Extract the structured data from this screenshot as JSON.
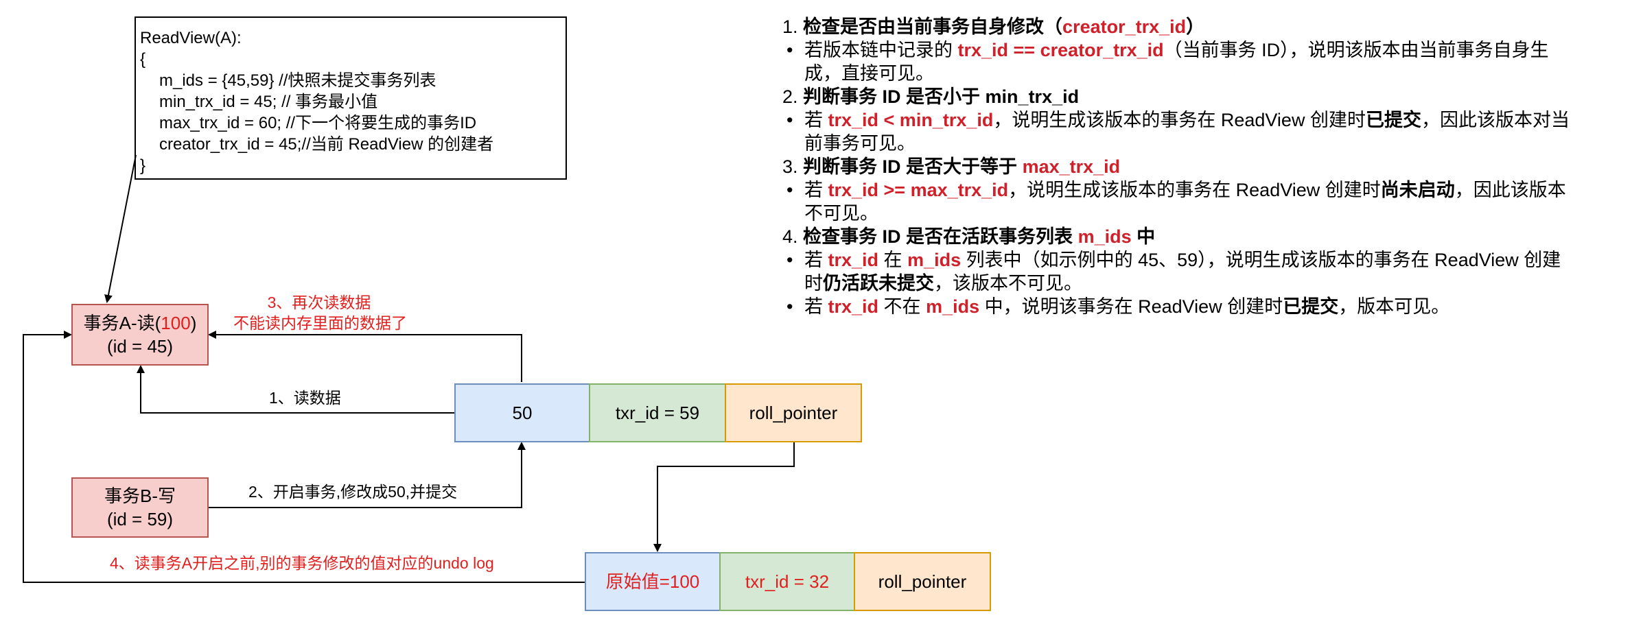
{
  "readview": {
    "title": "ReadView(A):",
    "open": "{",
    "line1": "m_ids = {45,59} //快照未提交事务列表",
    "line2": "min_trx_id = 45; // 事务最小值",
    "line3": "max_trx_id = 60; //下一个将要生成的事务ID",
    "line4": "creator_trx_id = 45;//当前 ReadView 的创建者",
    "close": "}"
  },
  "txnA": {
    "prefix": "事务A-读(",
    "value": "100",
    "suffix": ")",
    "id": "(id = 45)"
  },
  "txnB": {
    "title": "事务B-写",
    "id": "(id = 59)"
  },
  "row_current": {
    "value": "50",
    "trx": "txr_id = 59",
    "pointer": "roll_pointer"
  },
  "row_undo": {
    "value": "原始值=100",
    "trx": "txr_id = 32",
    "pointer": "roll_pointer"
  },
  "labels": {
    "step1": "1、读数据",
    "step2": "2、开启事务,修改成50,并提交",
    "step3_line1": "3、再次读数据",
    "step3_line2": "不能读内存里面的数据了",
    "step4": "4、读事务A开启之前,别的事务修改的值对应的undo log"
  },
  "rules": {
    "r1": {
      "num": "1.",
      "head": "检查是否由当前事务自身修改（",
      "kw": "creator_trx_id",
      "tail": "）"
    },
    "r1b": {
      "t1": "若版本链中记录的 ",
      "kw": "trx_id == creator_trx_id",
      "t2": "（当前事务 ID），说明该版本由当前事务自身生",
      "t3": "成，直接可见。"
    },
    "r2": {
      "num": "2.",
      "head": "判断事务 ID 是否小于 min_trx_id"
    },
    "r2b": {
      "t1": "若 ",
      "kw": "trx_id < min_trx_id",
      "t2": "，说明生成该版本的事务在 ReadView 创建时",
      "st": "已提交",
      "t3": "，因此该版本对当",
      "t4": "前事务可见。"
    },
    "r3": {
      "num": "3.",
      "head": "判断事务 ID 是否大于等于 ",
      "kw": "max_trx_id"
    },
    "r3b": {
      "t1": "若 ",
      "kw": "trx_id >= max_trx_id",
      "t2": "，说明生成该版本的事务在 ReadView 创建时",
      "st": "尚未启动",
      "t3": "，因此该版本",
      "t4": "不可见。"
    },
    "r4": {
      "num": "4.",
      "head": "检查事务 ID 是否在活跃事务列表 ",
      "kw": "m_ids",
      "tail": " 中"
    },
    "r4b": {
      "t1": "若 ",
      "kw": "trx_id",
      "t2": " 在 ",
      "kw2": "m_ids",
      "t3": " 列表中（如示例中的 45、59），说明生成该版本的事务在 ReadView 创建",
      "t4": "时",
      "st": "仍活跃未提交",
      "t5": "，该版本不可见。"
    },
    "r5b": {
      "t1": "若 ",
      "kw": "trx_id",
      "t2": " 不在 ",
      "kw2": "m_ids",
      "t3": " 中，说明该事务在 ReadView 创建时",
      "st": "已提交",
      "t4": "，版本可见。"
    }
  },
  "colors": {
    "red_text": "#e0201f",
    "keyword": "#d0202a",
    "pink": "#f8cecc",
    "blue": "#dae8fc",
    "green": "#d5e8d4",
    "orange": "#ffe6cc"
  }
}
